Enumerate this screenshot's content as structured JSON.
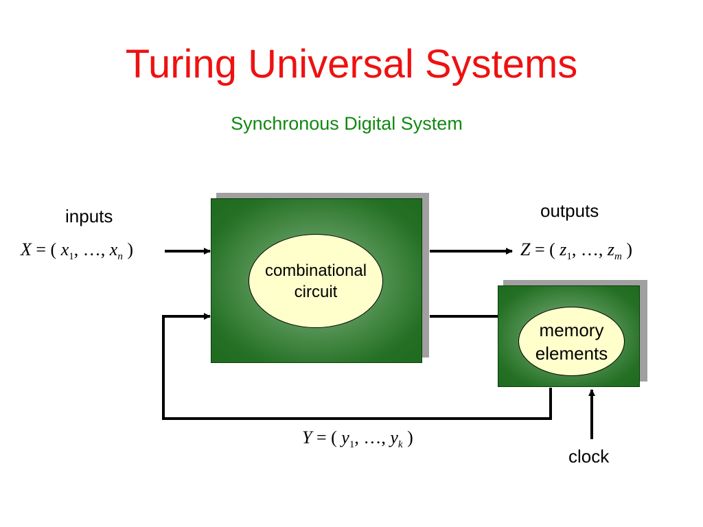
{
  "slide": {
    "title": "Turing Universal Systems",
    "subtitle": "Synchronous Digital System"
  },
  "diagram": {
    "inputs_label": "inputs",
    "outputs_label": "outputs",
    "clock_label": "clock",
    "combinational_block": {
      "line1": "combinational",
      "line2": "circuit"
    },
    "memory_block": {
      "line1": "memory",
      "line2": "elements"
    },
    "input_vector": {
      "name": "X",
      "var": "x",
      "first_index": "1",
      "last_index": "n"
    },
    "output_vector": {
      "name": "Z",
      "var": "z",
      "first_index": "1",
      "last_index": "m"
    },
    "state_vector": {
      "name": "Y",
      "var": "y",
      "first_index": "1",
      "last_index": "k"
    },
    "colors": {
      "title": "#ee1111",
      "subtitle": "#118811",
      "block_green": "#236f23",
      "ellipse_fill": "#ffffcc"
    }
  }
}
